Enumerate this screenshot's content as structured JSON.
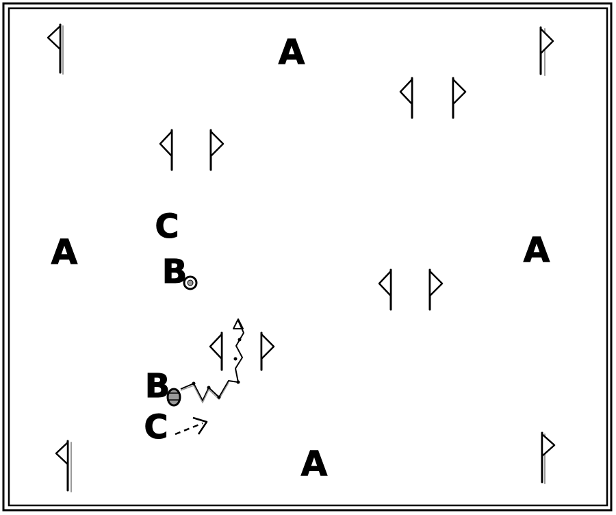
{
  "diagram": {
    "labels": {
      "cone": "A",
      "player_b": "B",
      "player_c": "C"
    },
    "colors": {
      "ink": "#000000",
      "background": "#ffffff",
      "ball_fill": "#9a9a9a"
    },
    "icons": {
      "gate_post": "flag-icon",
      "ball": "ball-icon",
      "dribble": "zigzag-arrow",
      "pass": "dashed-arrow"
    }
  }
}
